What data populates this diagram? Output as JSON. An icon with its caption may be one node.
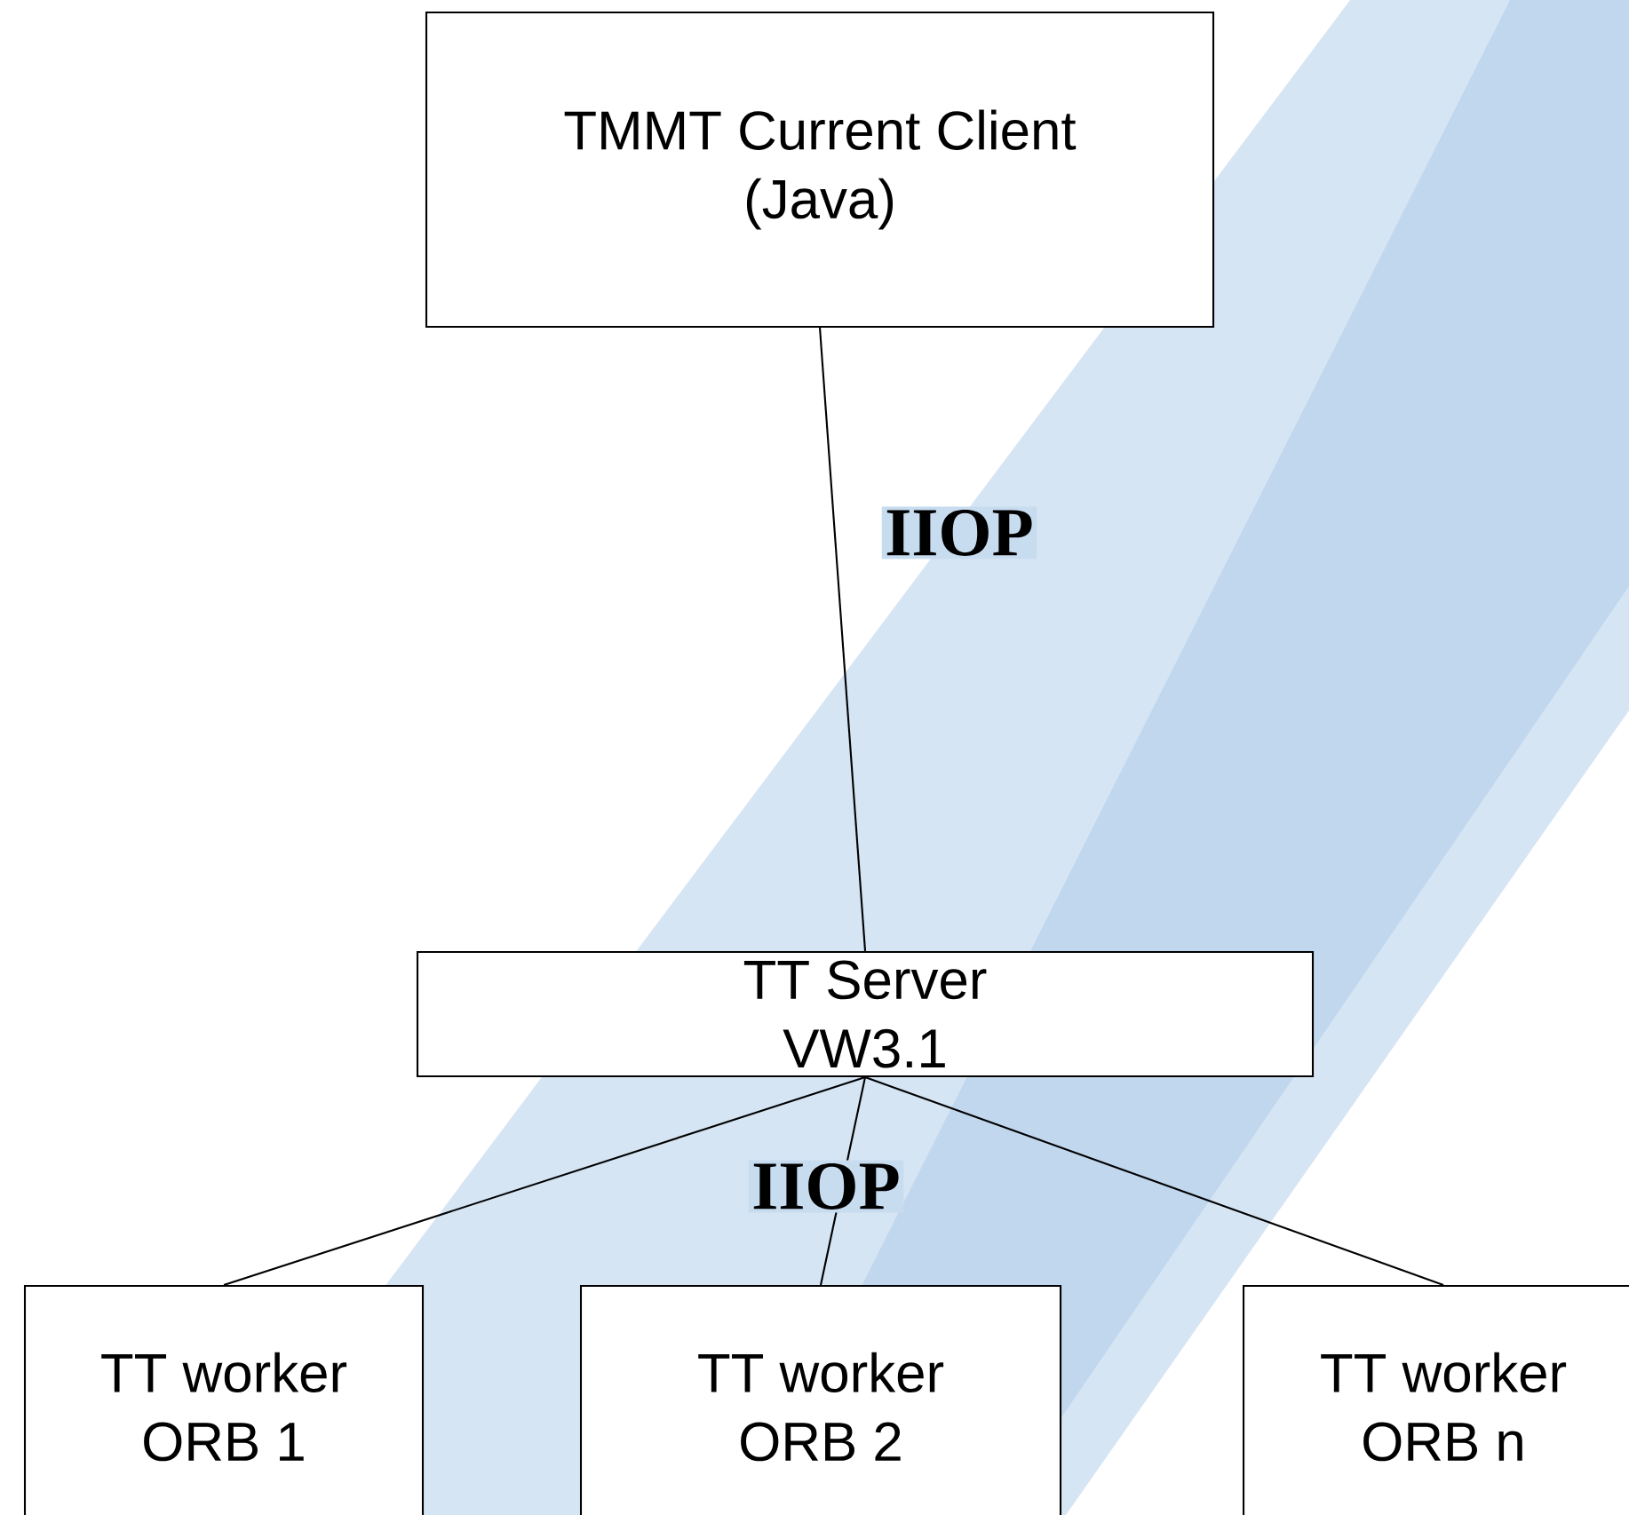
{
  "diagram": {
    "nodes": [
      {
        "text": [
          "TMMT Current Client",
          "(Java)"
        ]
      },
      {
        "text": [
          "TT Server",
          "VW3.1"
        ]
      },
      {
        "text": [
          "TT worker",
          "ORB 1"
        ]
      },
      {
        "text": [
          "TT worker",
          "ORB 2"
        ]
      },
      {
        "text": [
          "TT worker",
          "ORB n"
        ]
      }
    ],
    "edges": [
      {
        "from": 0,
        "to": 1,
        "arrow": "none",
        "label": "IIOP"
      },
      {
        "from": 1,
        "to": 2,
        "arrow": "none"
      },
      {
        "from": 1,
        "to": 3,
        "arrow": "none",
        "label": "IIOP"
      },
      {
        "from": 1,
        "to": 4,
        "arrow": "none"
      }
    ]
  }
}
